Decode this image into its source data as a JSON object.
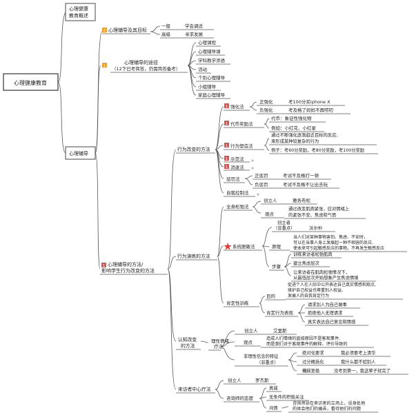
{
  "root": "心理健康教育",
  "overview": [
    "心理健康",
    "教育概述"
  ],
  "guidance": "心理辅导",
  "goals": {
    "label": "心理辅导及其目标",
    "marker": "2",
    "items": [
      {
        "level": "一般",
        "desc": "学会调适"
      },
      {
        "level": "高级",
        "desc": "寻求发展"
      }
    ]
  },
  "paths": {
    "label": "心理辅导的途径",
    "note": "（12下已考简答，仍需简答备考）",
    "marker": "1",
    "items": [
      "心理课程",
      "心理辅导课",
      "学科教学渗透",
      "活动",
      "个别心理辅导",
      "小组辅导",
      "家庭心理辅导"
    ]
  },
  "methods": {
    "label_line1": "心理辅导的方法/",
    "label_line2": "影响学生行为改变的方法",
    "marker": "1",
    "behavior": {
      "label": "行为改变的方法",
      "strengthen": {
        "label": "强化法",
        "items": [
          {
            "name": "正强化",
            "example": "考100分买iphone X"
          },
          {
            "name": "负强化",
            "example": "考及格了妈妈不再唠叨"
          }
        ]
      },
      "token": {
        "label": "代币奖励法",
        "items": [
          "代币：象征性强化物",
          "例如：小红花、小红星"
        ]
      },
      "shaping": {
        "label": "行为塑造法",
        "desc": [
          "通过不断强化逐渐趋近目标的反应,",
          "来形成某种较复杂的行为"
        ],
        "example": "例子：考60分奖励，考80分奖励，考100分奖励"
      },
      "modeling": "示范法",
      "timeout": "消退法",
      "punish": {
        "label": "惩罚法",
        "items": [
          {
            "name": "正惩罚",
            "example": "考试不及格打一顿"
          },
          {
            "name": "负惩罚",
            "example": "考试不及格不让出去玩"
          }
        ]
      },
      "self_control": "自我控制法"
    },
    "drill": {
      "label": "行为演练的方法",
      "relax": {
        "label": "全身松弛法",
        "founder_label": "创立人",
        "founder": "雅各布松",
        "view_label": "观点",
        "view": [
          "通过改变肌肉紧张，应对情绪上",
          "的紧张不安、焦虑和气愤"
        ]
      },
      "desens": {
        "label": "系统脱敏法",
        "founder_label": [
          "创立者",
          "（非重点）"
        ],
        "founder": "沃尔朴",
        "principle_label": "原理",
        "principle": [
          "当人们对某种事物害怕、焦虑、不安时，",
          "可以在当事人身上发展起一种不相容的反应,",
          "使本来可引起敏感反应的事物，不再发生敏感反应"
        ],
        "steps_label": "步骤",
        "steps": [
          "训练来访者松弛肌肉",
          "建立焦虑层次",
          "让来访者在肌肉松弛情况下，",
          "从最低层次开始想象产生焦虑情境"
        ]
      },
      "assert": {
        "label": "肯定性训练",
        "goal_label": "目的",
        "goal": [
          "促进个人在人际中公开表达自己真实情感和观点,",
          "维护自己权益也尊重别人权益,",
          "发展人的自我肯定行为"
        ],
        "behav_label": "肯定行为表现",
        "behav": [
          "请求别人为自己做事",
          "拒绝他人无理请求",
          "真实表达自己意见和情感"
        ]
      }
    },
    "cognitive": {
      "label_line1": "认知改变",
      "label_line2": "的方法",
      "ret": {
        "label_line1": "理性情绪",
        "label_line2": "疗法",
        "founder_label": "创立人",
        "founder": "艾里斯",
        "view_label": "观点",
        "view": [
          "造成人们情绪的直接原因不是客观事件,",
          "而是我们对于客观事件的解释、评价导致的"
        ],
        "irr_label": "非理性信念的特征",
        "irr_note": "（非重点）",
        "irr": [
          {
            "feat": "绝对化要求",
            "ex": "我必须要考上清华"
          },
          {
            "feat": "过分概括化",
            "ex": "我什么都不如别人"
          },
          {
            "feat": "糟糕至极",
            "ex": "没考到第一，我这辈子就完了"
          }
        ]
      }
    },
    "client": {
      "label": "来访者中心疗法",
      "founder_label": "创立人",
      "founder": "罗杰斯",
      "attitude_label": "咨询师的态度",
      "attitude": [
        "真诚",
        "无条件的积极关注",
        "共情"
      ],
      "empathy": [
        "咨询师站在来访者的立场上，设身处地",
        "的体会他们的痛苦，看待他们的问题"
      ]
    }
  },
  "colors": {
    "marker": "#d9534f",
    "marker_orange": "#f0a030",
    "edge": "#555555"
  },
  "icons": {
    "star": "red-star-icon"
  }
}
